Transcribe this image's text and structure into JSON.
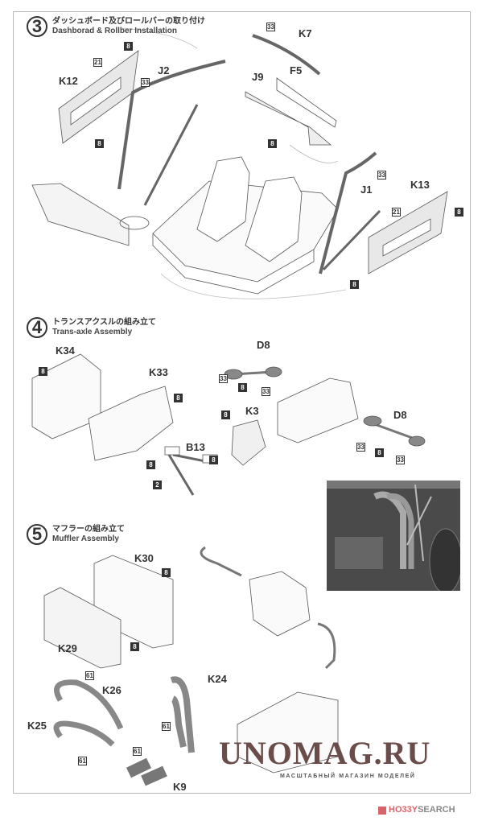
{
  "steps": [
    {
      "number": "3",
      "title_jp": "ダッシュボード及びロールバーの取り付け",
      "title_en": "Dashborad & Rollber Installation"
    },
    {
      "number": "4",
      "title_jp": "トランスアクスルの組み立て",
      "title_en": "Trans-axle Assembly"
    },
    {
      "number": "5",
      "title_jp": "マフラーの組み立て",
      "title_en": "Muffler Assembly"
    }
  ],
  "parts": {
    "k12": "K12",
    "j2": "J2",
    "k7": "K7",
    "j9": "J9",
    "f5": "F5",
    "j1": "J1",
    "k13": "K13",
    "k34": "K34",
    "k33": "K33",
    "d8a": "D8",
    "d8b": "D8",
    "k3": "K3",
    "b13": "B13",
    "k30": "K30",
    "k29": "K29",
    "k26": "K26",
    "k25": "K25",
    "k24": "K24",
    "k9": "K9"
  },
  "codes": {
    "c8": "8",
    "c21": "21",
    "c33": "33",
    "c2": "2",
    "c61": "61"
  },
  "watermark": {
    "main": "UNOMAG.RU",
    "sub": "МАСШТАБНЫЙ МАГАЗИН МОДЕЛЕЙ"
  },
  "source": {
    "brand_a": "HO33Y",
    "brand_b": "SEARCH"
  },
  "photo": {
    "alt_icon": "engine-photo"
  }
}
